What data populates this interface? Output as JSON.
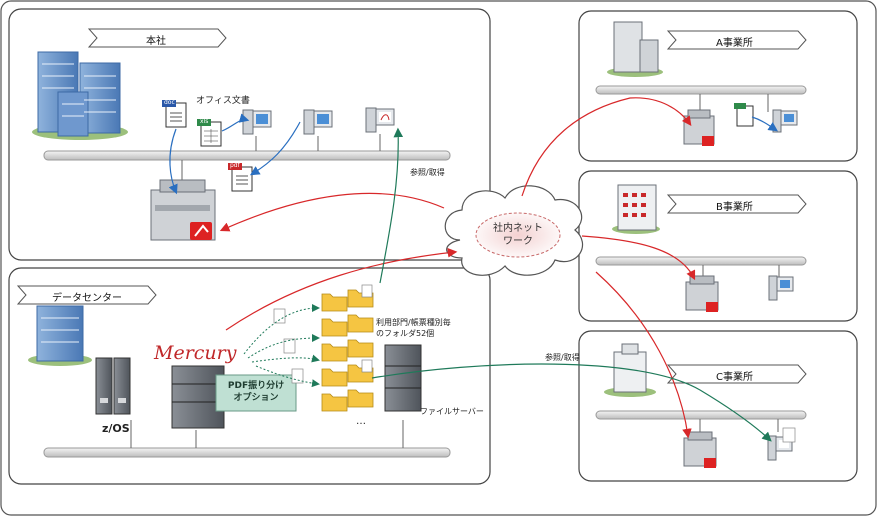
{
  "sites": {
    "honsha": {
      "title": "本社",
      "office_docs": "オフィス文書"
    },
    "datacenter": {
      "title": "データセンター",
      "zos": "z/OS",
      "mercury": "Mercury",
      "pdf_option_line1": "PDF振り分け",
      "pdf_option_line2": "オプション",
      "folders_line1": "利用部門/帳票種別毎",
      "folders_line2": "のフォルダ52個",
      "ellipsis": "…",
      "file_server": "ファイルサーバー"
    },
    "a": {
      "title": "A事業所"
    },
    "b": {
      "title": "B事業所"
    },
    "c": {
      "title": "C事業所"
    }
  },
  "network": {
    "line1": "社内ネット",
    "line2": "ワーク"
  },
  "flows": {
    "ref_get_top": "参照/取得",
    "ref_get_right": "参照/取得"
  },
  "file_badges": {
    "doc": "doc",
    "xls": "xls",
    "pdf": "pdf"
  },
  "colors": {
    "red_flow": "#d8282a",
    "blue_flow": "#2a6fc0",
    "green_flow": "#1f7a5a",
    "network_line": "#d9d9d9"
  }
}
